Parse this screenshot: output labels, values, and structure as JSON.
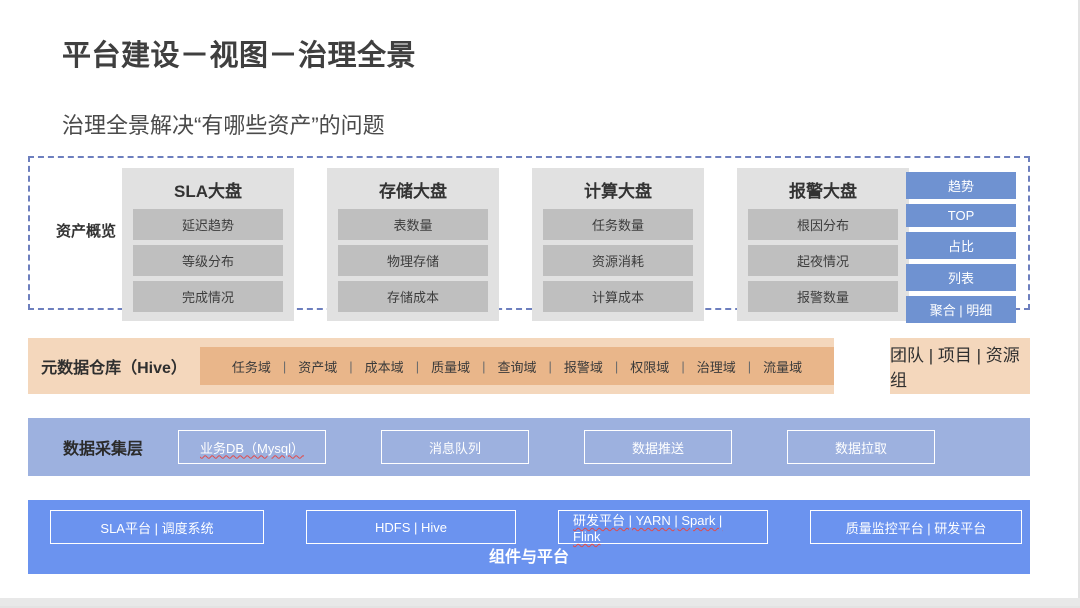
{
  "page": {
    "title": "平台建设－视图－治理全景",
    "subtitle": "治理全景解决“有哪些资产”的问题"
  },
  "overview": {
    "label": "资产概览",
    "cards": [
      {
        "title": "SLA大盘",
        "items": [
          "延迟趋势",
          "等级分布",
          "完成情况"
        ]
      },
      {
        "title": "存储大盘",
        "items": [
          "表数量",
          "物理存储",
          "存储成本"
        ]
      },
      {
        "title": "计算大盘",
        "items": [
          "任务数量",
          "资源消耗",
          "计算成本"
        ]
      },
      {
        "title": "报警大盘",
        "items": [
          "根因分布",
          "起夜情况",
          "报警数量"
        ]
      }
    ],
    "view_buttons": [
      "趋势",
      "TOP",
      "占比",
      "列表",
      "聚合 | 明细"
    ]
  },
  "metadata_layer": {
    "label": "元数据仓库（Hive）",
    "domains": [
      "任务域",
      "资产域",
      "成本域",
      "质量域",
      "查询域",
      "报警域",
      "权限域",
      "治理域",
      "流量域"
    ],
    "separator": "|",
    "side_box": "团队 | 项目 | 资源组"
  },
  "collection_layer": {
    "label": "数据采集层",
    "items": [
      "业务DB（Mysql）",
      "消息队列",
      "数据推送",
      "数据拉取"
    ],
    "misspelled": [
      "Mysql"
    ]
  },
  "platform_layer": {
    "caption": "组件与平台",
    "items": [
      "SLA平台 | 调度系统",
      "HDFS | Hive",
      "研发平台 | YARN | Spark | Flink",
      "质量监控平台 | 研发平台"
    ],
    "misspelled": [
      "Flink"
    ]
  },
  "colors": {
    "accent_blue": "#6f92d1",
    "platform_blue": "#6b93ef",
    "collect_blue": "#9db1df",
    "meta_peach": "#f4d7bc",
    "meta_domain": "#e9b68a",
    "card_gray": "#e1e1e1",
    "item_gray": "#bfbfbf",
    "dashed_border": "#6d7fbe",
    "spellcheck_red": "#e04b4b"
  }
}
